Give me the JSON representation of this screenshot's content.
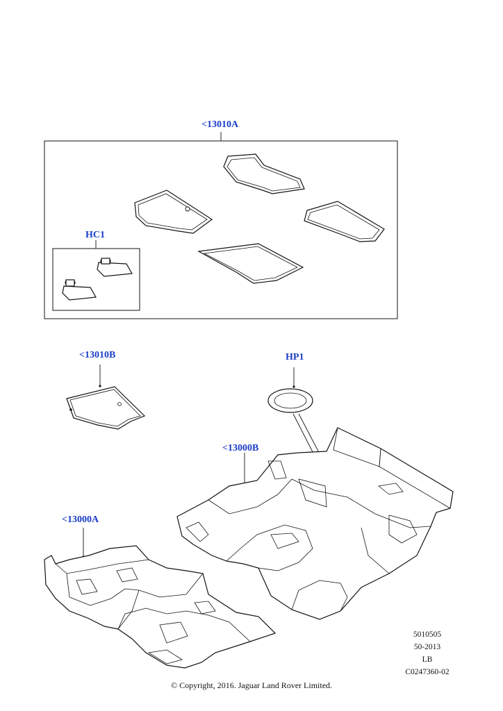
{
  "callouts": {
    "mat_set": "<13010A",
    "clips": "HC1",
    "cargo_mat": "<13010B",
    "plug": "HP1",
    "rear_carpet": "<13000B",
    "front_carpet": "<13000A"
  },
  "reference": {
    "line1": "5010505",
    "line2": "50-2013",
    "line3": "LB",
    "line4": "C0247360-02"
  },
  "copyright": "© Copyright, 2016. Jaguar Land Rover Limited."
}
